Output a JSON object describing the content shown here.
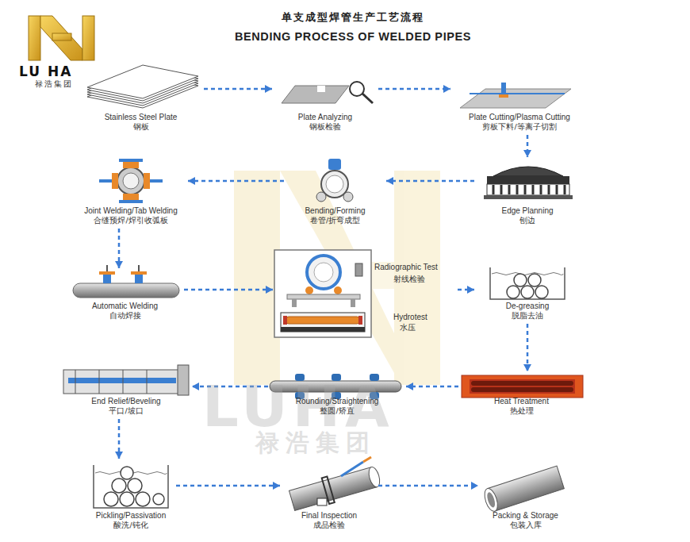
{
  "diagram": {
    "title": "单支成型焊管生产工艺流程",
    "nodes": [
      {
        "text": [
          "Stainless Steel Plate",
          "钢板"
        ]
      },
      {
        "text": [
          "Plate Analyzing",
          "钢板检验"
        ]
      },
      {
        "text": [
          "Plate Cutting/Plasma Cutting",
          "剪板下料/等离子切割"
        ]
      },
      {
        "text": [
          "Edge Planning",
          "刨边"
        ]
      },
      {
        "text": [
          "Bending/Forming",
          "卷管/折弯成型"
        ]
      },
      {
        "text": [
          "Joint Welding/Tab Welding",
          "合缝预焊/焊引收弧板"
        ]
      },
      {
        "text": [
          "Automatic Welding",
          "自动焊接"
        ]
      },
      {
        "text": [
          "Radiographic Test",
          "射线检验",
          "Hydrotest",
          "水压"
        ]
      },
      {
        "text": [
          "De-greasing",
          "脱脂去油"
        ]
      },
      {
        "text": [
          "Heat Treatment",
          "热处理"
        ]
      },
      {
        "text": [
          "Rounding/Straightening",
          "整圆/矫直"
        ]
      },
      {
        "text": [
          "End Relief/Beveling",
          "平口/坡口"
        ]
      },
      {
        "text": [
          "Pickling/Passivation",
          "酸洗/钝化"
        ]
      },
      {
        "text": [
          "Final Inspection",
          "成品检验"
        ]
      },
      {
        "text": [
          "Packing & Storage",
          "包装入库"
        ]
      }
    ],
    "edges": [
      {
        "from": 0,
        "to": 1,
        "arrow": "to"
      },
      {
        "from": 1,
        "to": 2,
        "arrow": "to"
      },
      {
        "from": 2,
        "to": 3,
        "arrow": "to"
      },
      {
        "from": 3,
        "to": 4,
        "arrow": "to"
      },
      {
        "from": 4,
        "to": 5,
        "arrow": "to"
      },
      {
        "from": 5,
        "to": 6,
        "arrow": "to"
      },
      {
        "from": 6,
        "to": 7,
        "arrow": "to"
      },
      {
        "from": 7,
        "to": 8,
        "arrow": "to"
      },
      {
        "from": 8,
        "to": 9,
        "arrow": "to"
      },
      {
        "from": 9,
        "to": 10,
        "arrow": "to"
      },
      {
        "from": 10,
        "to": 11,
        "arrow": "to"
      },
      {
        "from": 11,
        "to": 12,
        "arrow": "to"
      },
      {
        "from": 12,
        "to": 13,
        "arrow": "to"
      },
      {
        "from": 13,
        "to": 14,
        "arrow": "to"
      }
    ],
    "labels": [
      "BENDING PROCESS OF WELDED PIPES",
      "LU HA",
      "禄浩集团",
      "LUHA",
      "禄浩集团"
    ]
  }
}
